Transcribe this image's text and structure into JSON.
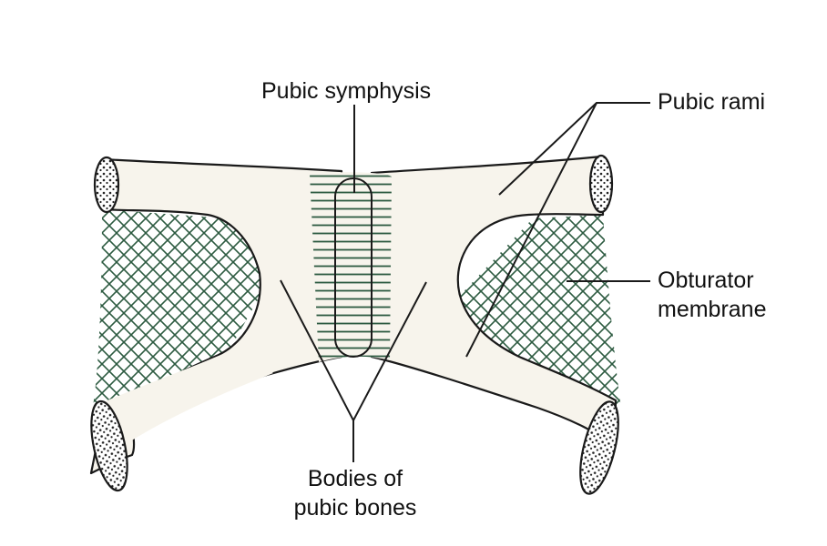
{
  "labels": {
    "pubic_symphysis": "Pubic symphysis",
    "pubic_rami": "Pubic rami",
    "obturator_membrane": [
      "Obturator",
      "membrane"
    ],
    "bodies_of_pubic_bones": [
      "Bodies of",
      "pubic bones"
    ]
  },
  "colors": {
    "bone_fill": "#f7f4ec",
    "outline": "#1a1a1a",
    "membrane_mesh": "#2c5a40",
    "marrow_dots": "#222222"
  }
}
